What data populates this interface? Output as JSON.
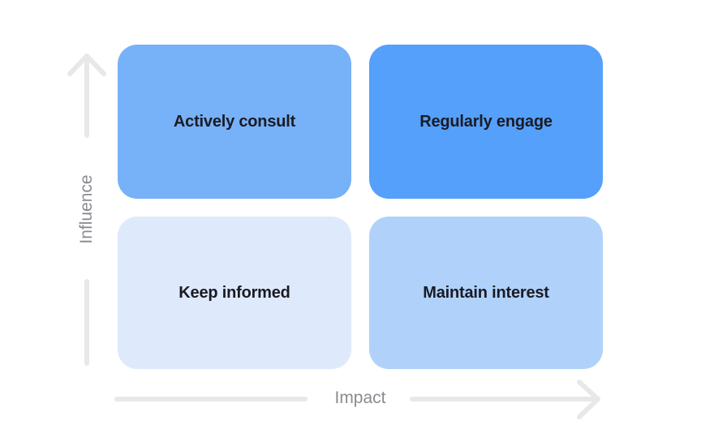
{
  "matrix": {
    "type": "quadrant-matrix",
    "x_axis": {
      "label": "Impact"
    },
    "y_axis": {
      "label": "Influence"
    },
    "quadrants": [
      {
        "position": "top-left",
        "label": "Actively consult",
        "color": "#77b1f8"
      },
      {
        "position": "top-right",
        "label": "Regularly engage",
        "color": "#55a0fb"
      },
      {
        "position": "bottom-left",
        "label": "Keep informed",
        "color": "#deeafc"
      },
      {
        "position": "bottom-right",
        "label": "Maintain interest",
        "color": "#b0d2fa"
      }
    ],
    "quadrant_text_color": "#1a1b24",
    "axis_line_color": "#e8e8e8",
    "axis_label_color": "#8a8a91",
    "background_color": "#ffffff"
  }
}
